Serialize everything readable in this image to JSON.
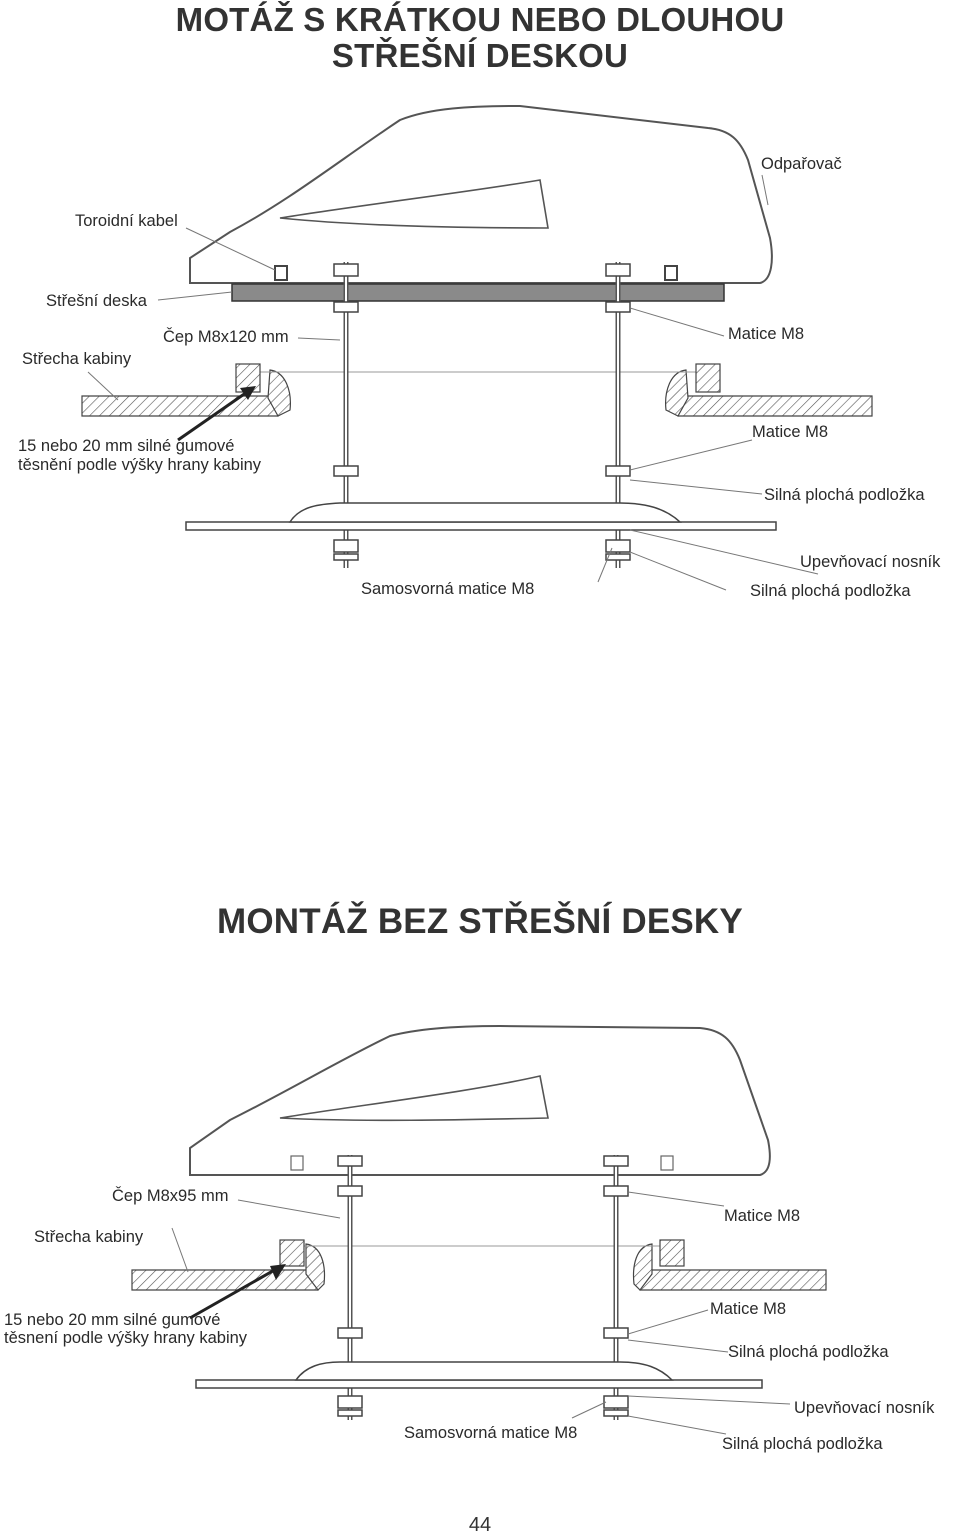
{
  "titles": {
    "top": [
      "MOTÁŽ S KRÁTKOU NEBO DLOUHOU",
      "STŘEŠNÍ DESKOU"
    ],
    "bottom": "MONTÁŽ BEZ STŘEŠNÍ DESKY"
  },
  "top_labels": {
    "odparovac": "Odpařovač",
    "toroidni_kabel": "Toroidní kabel",
    "stresni_deska": "Střešní deska",
    "cep": "Čep M8x120 mm",
    "strecha_kabiny": "Střecha kabiny",
    "matice_1": "Matice M8",
    "tesneni_1": "15 nebo 20 mm silné gumové",
    "tesneni_2": "těsnění podle výšky hrany kabiny",
    "matice_2": "Matice M8",
    "podlozka_1": "Silná plochá podložka",
    "nosnik": "Upevňovací nosník",
    "samosvorna": "Samosvorná matice M8",
    "podlozka_2": "Silná plochá podložka"
  },
  "bottom_labels": {
    "cep": "Čep M8x95 mm",
    "strecha_kabiny": "Střecha kabiny",
    "matice_1": "Matice M8",
    "tesneni_1": "15 nebo 20 mm silné gumové",
    "tesneni_2": "těsnení podle výšky hrany kabiny",
    "matice_2": "Matice M8",
    "podlozka_1": "Silná plochá podložka",
    "nosnik": "Upevňovací nosník",
    "samosvorna": "Samosvorná matice M8",
    "podlozka_2": "Silná plochá podložka"
  },
  "page_number": "44"
}
